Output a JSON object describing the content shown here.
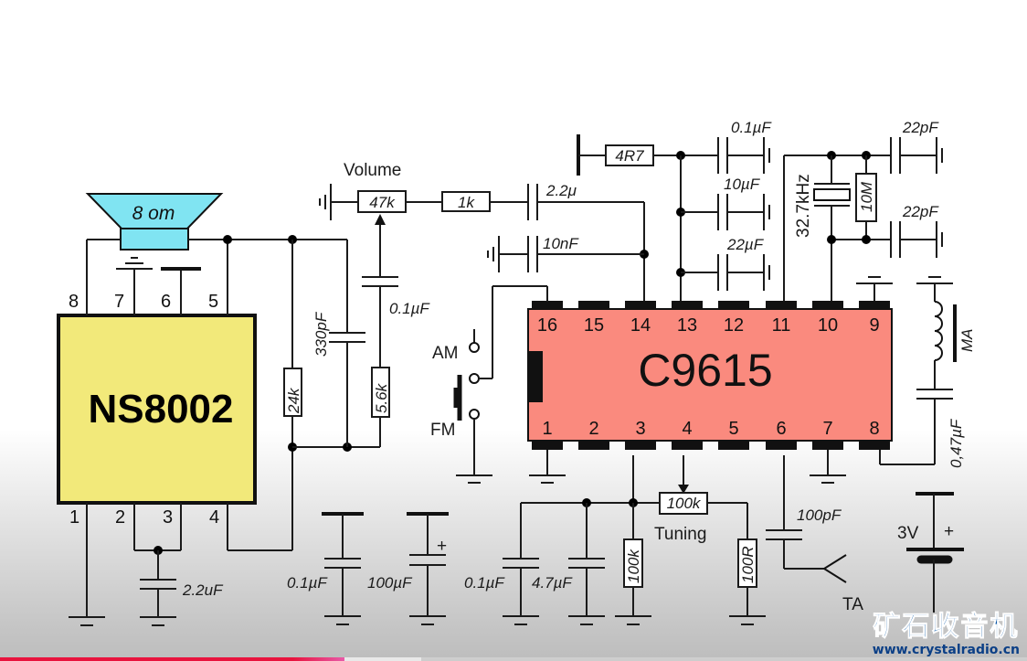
{
  "schematic": {
    "ics": [
      {
        "id": "ns8002",
        "name": "NS8002",
        "color": "#f2e97a",
        "pins_top": [
          "8",
          "7",
          "6",
          "5"
        ],
        "pins_bottom": [
          "1",
          "2",
          "3",
          "4"
        ]
      },
      {
        "id": "c9615",
        "name": "C9615",
        "color": "#fa8a7e",
        "pins_top": [
          "16",
          "15",
          "14",
          "13",
          "12",
          "11",
          "10",
          "9"
        ],
        "pins_bottom": [
          "1",
          "2",
          "3",
          "4",
          "5",
          "6",
          "7",
          "8"
        ]
      }
    ],
    "speaker": {
      "label": "8 om",
      "color": "#80e4f2"
    },
    "volume": {
      "title": "Volume",
      "pot": "47k",
      "series_resistor": "1k",
      "coupling_cap": "2.2μ"
    },
    "filter_cap": "10nF",
    "supply_resistor": "4R7",
    "decoupling_caps": [
      "0.1µF",
      "10µF",
      "22µF"
    ],
    "crystal": {
      "freq": "32.7kHz",
      "bias_resistor": "10M",
      "load_caps": [
        "22pF",
        "22pF"
      ]
    },
    "feedback": {
      "cap": "330pF",
      "resistor_a": "24k",
      "resistor_b": "5.6k",
      "input_cap": "0.1µF"
    },
    "switch": {
      "am": "AM",
      "fm": "FM"
    },
    "antenna_coil": {
      "label": "MA",
      "cap": "0,47µF"
    },
    "ns8002_bypass": "2.2uF",
    "power_caps": [
      {
        "label": "0.1µF"
      },
      {
        "label": "100µF",
        "polarity": "+"
      }
    ],
    "tuning": {
      "title": "Tuning",
      "pot": "100k",
      "caps": [
        "0.1µF",
        "4.7µF"
      ],
      "resistor": "100k",
      "end_resistor": "100R"
    },
    "antenna": {
      "cap": "100pF",
      "label": "TA"
    },
    "battery": {
      "voltage": "3V",
      "polarity": "+"
    }
  },
  "watermark": {
    "chinese": "矿石收音机",
    "url": "www.crystalradio.cn"
  },
  "video": {
    "played_fraction": 0.335,
    "buffered_fraction": 0.41,
    "played_color": "#e8133d",
    "played_color_end": "#e85aa8"
  }
}
